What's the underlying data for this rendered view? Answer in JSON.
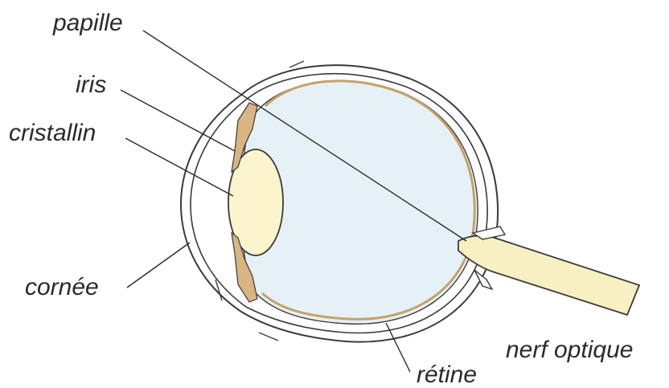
{
  "labels": {
    "papille": "papille",
    "iris": "iris",
    "cristallin": "cristallin",
    "cornee": "cornée",
    "nerf_optique": "nerf optique",
    "retine": "rétine"
  },
  "colors": {
    "vitreous": "#e6f1f7",
    "lens": "#fbf4cc",
    "nerve": "#f8efc2",
    "ciliary": "#d9b584",
    "outline": "#3a3a3a"
  }
}
